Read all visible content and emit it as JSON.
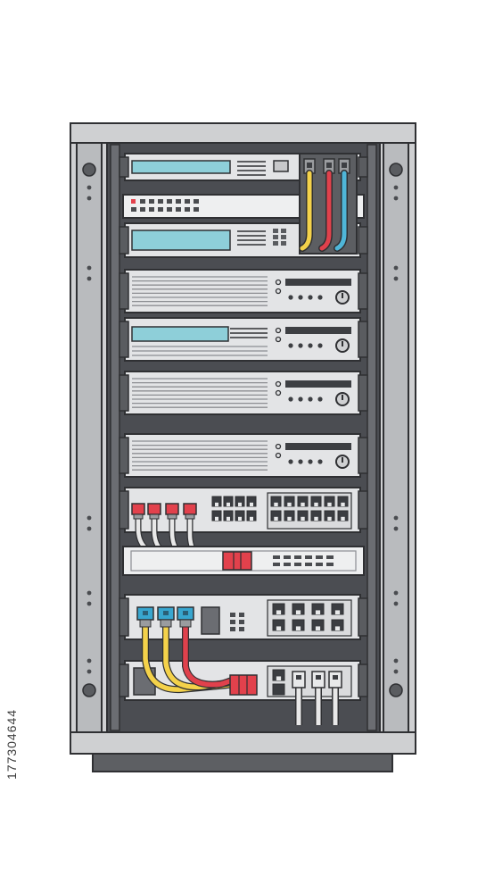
{
  "stock_id": "177304644",
  "colors": {
    "outline": "#2f3033",
    "cabinet": "#cfd0d2",
    "cabinet_dark": "#8e9094",
    "interior": "#4b4d52",
    "panel": "#e3e4e6",
    "display": "#8ecfd9",
    "cable_yellow": "#f4d24a",
    "cable_red": "#e0414c",
    "cable_blue": "#4fb6d8",
    "cable_white": "#e8e8e8",
    "connector_red": "#e2414c",
    "connector_blue": "#38a6cf"
  },
  "rack_units": [
    {
      "name": "router-top",
      "kind": "router"
    },
    {
      "name": "patch-panel-top",
      "kind": "patch"
    },
    {
      "name": "router-second",
      "kind": "router"
    },
    {
      "name": "server-1",
      "kind": "server"
    },
    {
      "name": "server-2",
      "kind": "server"
    },
    {
      "name": "server-3",
      "kind": "server"
    },
    {
      "name": "server-4",
      "kind": "server"
    },
    {
      "name": "switch-1",
      "kind": "switch"
    },
    {
      "name": "patch-panel-2",
      "kind": "patch"
    },
    {
      "name": "switch-2",
      "kind": "switch"
    },
    {
      "name": "switch-3",
      "kind": "switch"
    }
  ]
}
